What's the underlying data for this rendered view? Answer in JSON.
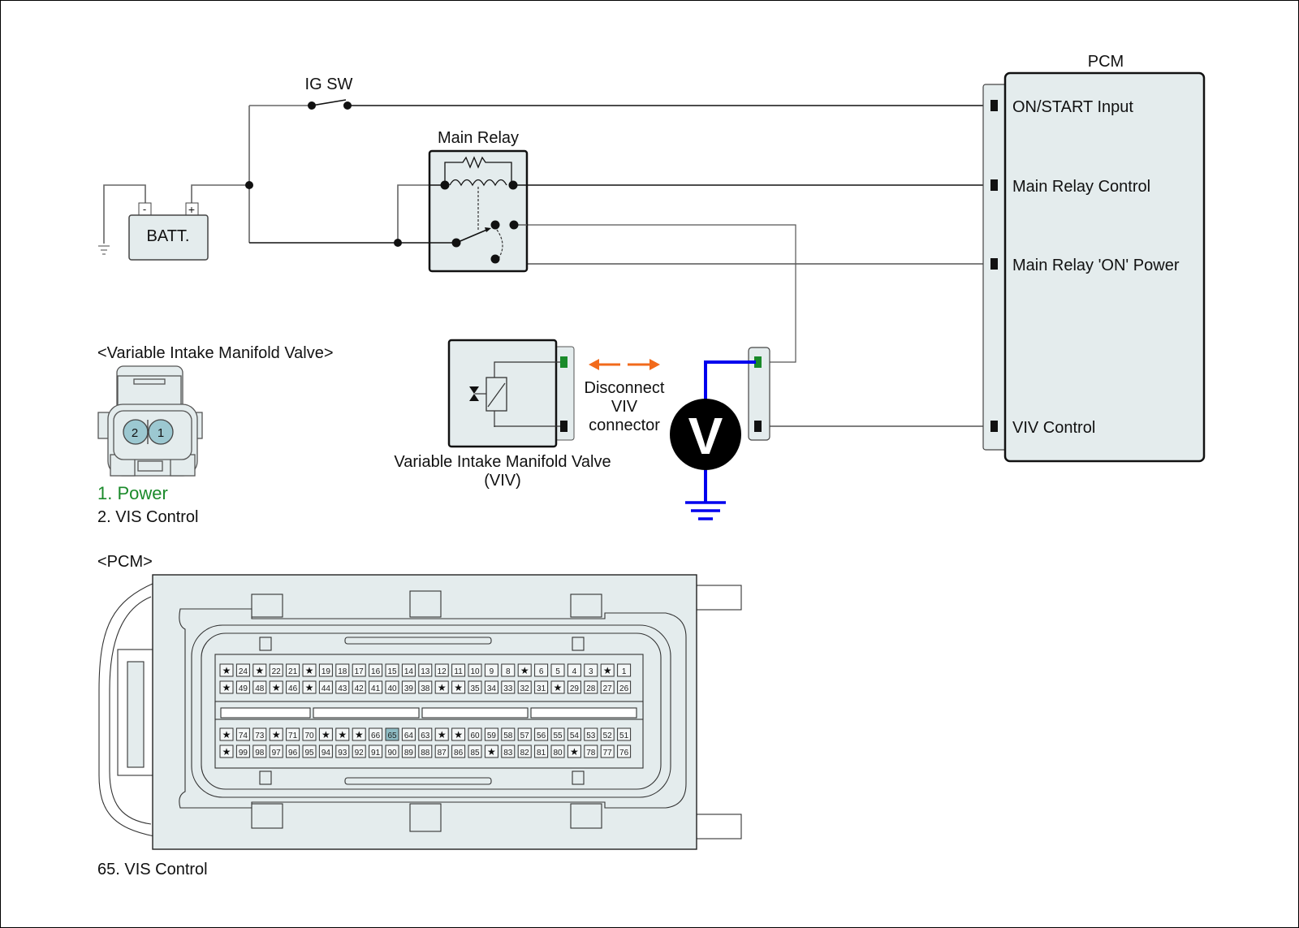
{
  "schematic": {
    "ig_switch_label": "IG SW",
    "battery_label": "BATT.",
    "battery_neg": "-",
    "battery_pos": "+",
    "main_relay_label": "Main Relay",
    "pcm_title": "PCM",
    "pcm_pins": [
      {
        "label": "ON/START Input"
      },
      {
        "label": "Main Relay Control"
      },
      {
        "label": "Main Relay 'ON' Power"
      },
      {
        "label": "VIV Control"
      }
    ],
    "viv_label_line1": "Variable Intake Manifold Valve",
    "viv_label_line2": "(VIV)",
    "disconnect_line1": "Disconnect",
    "disconnect_line2": "VIV",
    "disconnect_line3": "connector",
    "voltmeter_symbol": "V",
    "colors": {
      "power_pin": "#1a8a2a",
      "meter_lead": "#0000ee",
      "arrow": "#f26a1b",
      "panel_fill": "#e4eced",
      "highlight_pin": "#8fbcc4"
    }
  },
  "viv_connector": {
    "title": "<Variable Intake Manifold Valve>",
    "pin_numbers": [
      "2",
      "1"
    ],
    "legend": [
      {
        "text": "1. Power",
        "color": "#1a8a2a"
      },
      {
        "text": "2. VIS Control",
        "color": "#111111"
      }
    ]
  },
  "pcm_connector": {
    "title": "<PCM>",
    "highlighted_pin": "65",
    "rows": [
      [
        "★",
        "24",
        "★",
        "22",
        "21",
        "★",
        "19",
        "18",
        "17",
        "16",
        "15",
        "14",
        "13",
        "12",
        "11",
        "10",
        "9",
        "8",
        "★",
        "6",
        "5",
        "4",
        "3",
        "★",
        "1"
      ],
      [
        "★",
        "49",
        "48",
        "★",
        "46",
        "★",
        "44",
        "43",
        "42",
        "41",
        "40",
        "39",
        "38",
        "★",
        "★",
        "35",
        "34",
        "33",
        "32",
        "31",
        "★",
        "29",
        "28",
        "27",
        "26"
      ],
      [
        "★",
        "74",
        "73",
        "★",
        "71",
        "70",
        "★",
        "★",
        "★",
        "66",
        "65",
        "64",
        "63",
        "★",
        "★",
        "60",
        "59",
        "58",
        "57",
        "56",
        "55",
        "54",
        "53",
        "52",
        "51"
      ],
      [
        "★",
        "99",
        "98",
        "97",
        "96",
        "95",
        "94",
        "93",
        "92",
        "91",
        "90",
        "89",
        "88",
        "87",
        "86",
        "85",
        "★",
        "83",
        "82",
        "81",
        "80",
        "★",
        "78",
        "77",
        "76"
      ]
    ],
    "legend": "65. VIS Control"
  }
}
